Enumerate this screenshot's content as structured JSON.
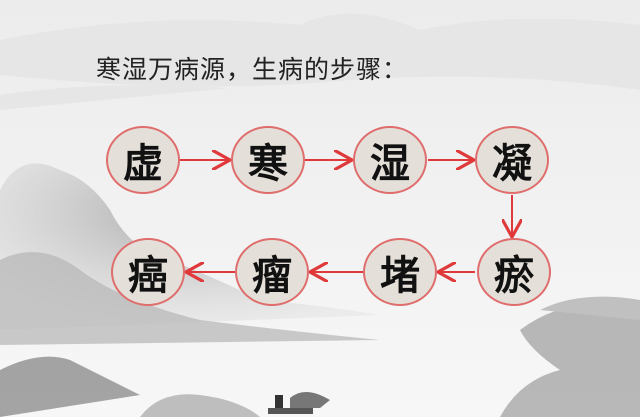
{
  "title": "寒湿万病源，生病的步骤：",
  "colors": {
    "node_fill": "#e4e0d9",
    "node_border": "#e06d6d",
    "arrow": "#e0393b",
    "text": "#111111"
  },
  "steps": [
    {
      "char": "虚",
      "order": 1
    },
    {
      "char": "寒",
      "order": 2
    },
    {
      "char": "湿",
      "order": 3
    },
    {
      "char": "凝",
      "order": 4
    },
    {
      "char": "瘀",
      "order": 5
    },
    {
      "char": "堵",
      "order": 6
    },
    {
      "char": "瘤",
      "order": 7
    },
    {
      "char": "癌",
      "order": 8
    }
  ],
  "background": "ink-wash landscape with mountains and a boatman"
}
